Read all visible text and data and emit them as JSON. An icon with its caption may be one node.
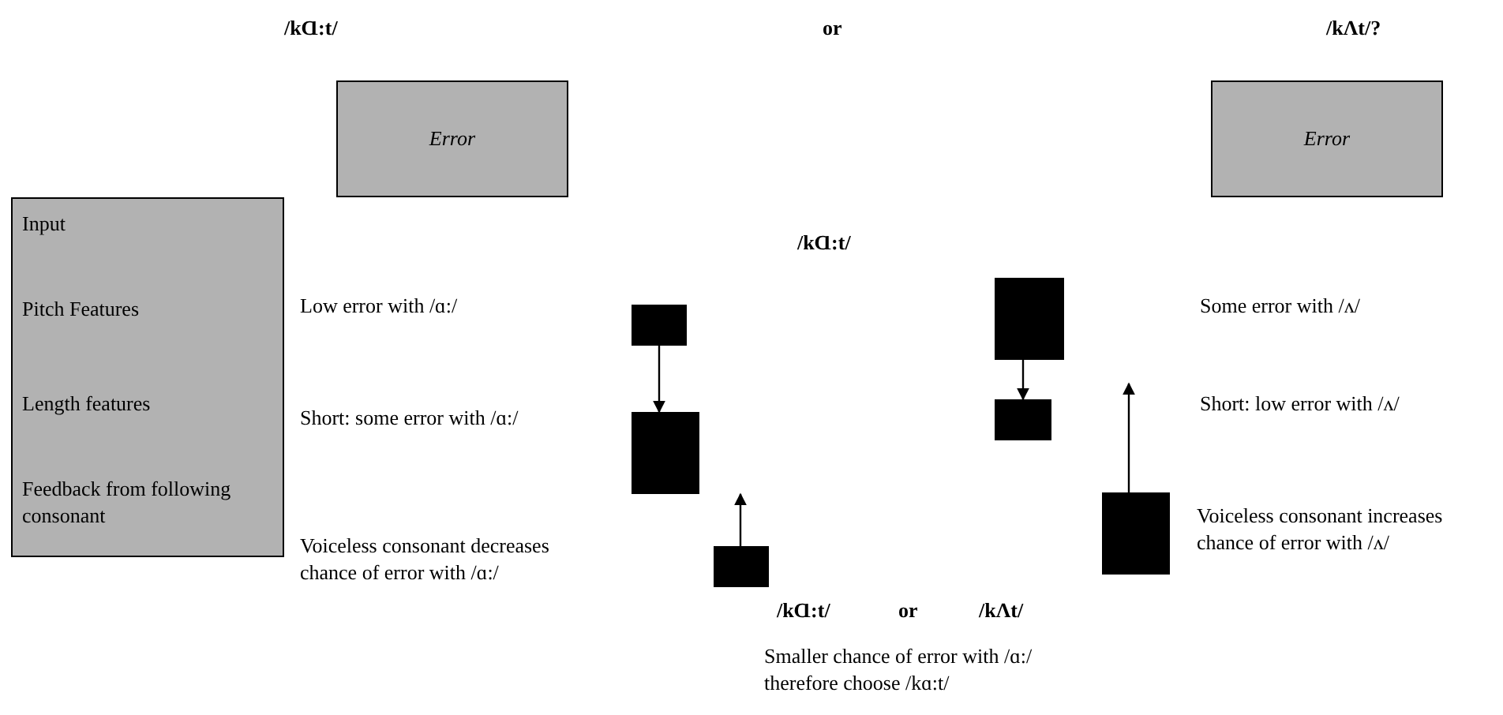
{
  "diagram": {
    "nodes": [
      {
        "text": [
          "Input",
          "Pitch Features",
          "Length features",
          "Feedback from following consonant"
        ]
      },
      {
        "text": [
          "Error"
        ]
      },
      {
        "text": [
          "Error"
        ]
      },
      {
        "text": [],
        "shape": "box"
      },
      {
        "text": [],
        "shape": "box"
      },
      {
        "text": [],
        "shape": "box"
      },
      {
        "text": [],
        "shape": "box"
      },
      {
        "text": [],
        "shape": "box"
      },
      {
        "text": [],
        "shape": "box"
      }
    ],
    "edges": [
      {
        "from": 3,
        "to": 4,
        "arrow": "to"
      },
      {
        "from": 5,
        "to": null,
        "arrow": "to"
      },
      {
        "from": 6,
        "to": 7,
        "arrow": "to"
      },
      {
        "from": 8,
        "to": null,
        "arrow": "to"
      }
    ],
    "labels": [
      "/kⱭ:t/",
      "or",
      "/kΛt/?",
      "/kⱭ:t/",
      "Low error with /ɑ:/",
      "Some error with /ʌ/",
      "Short: some error with /ɑ:/",
      "Short: low error with /ʌ/",
      "Voiceless consonant decreases chance of error with /ɑ:/",
      "Voiceless consonant increases chance of error with /ʌ/",
      "/kⱭ:t/",
      "or",
      "/kΛt/",
      "Smaller chance of error with /ɑ:/ therefore choose /kɑ:t/"
    ]
  }
}
